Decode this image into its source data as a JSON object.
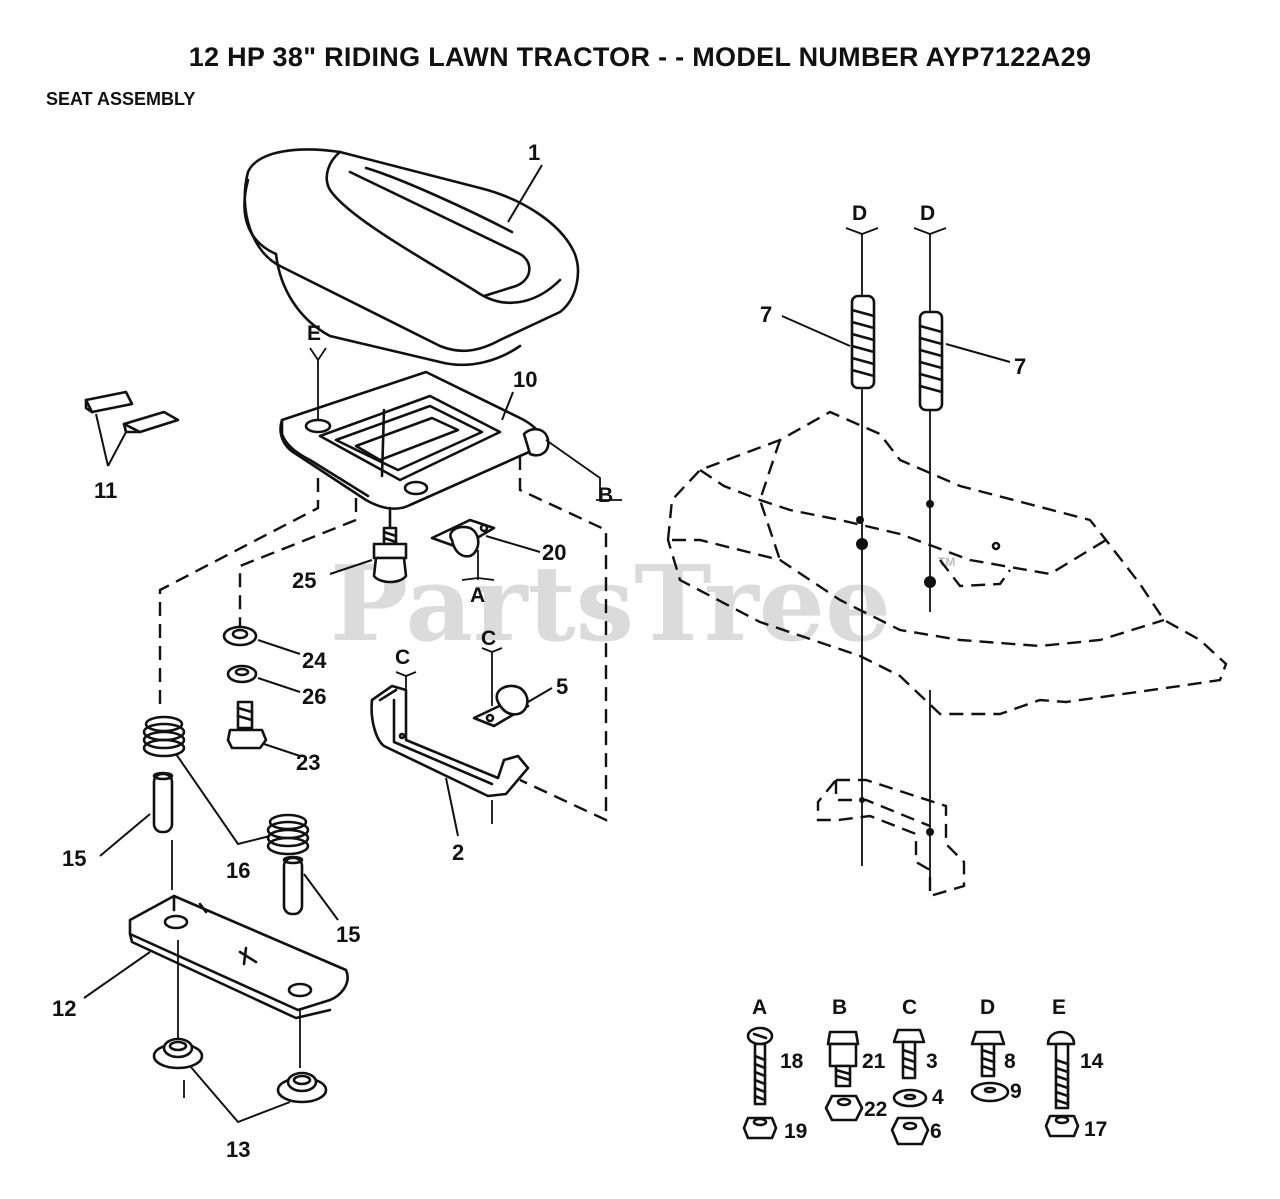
{
  "header": {
    "title": "12 HP 38\" RIDING LAWN TRACTOR - - MODEL NUMBER AYP7122A29",
    "subtitle": "SEAT ASSEMBLY"
  },
  "watermark": {
    "text": "PartsTree",
    "mark": "TM"
  },
  "callouts": {
    "p1": "1",
    "p2": "2",
    "p5": "5",
    "p7a": "7",
    "p7b": "7",
    "p10": "10",
    "p11": "11",
    "p12": "12",
    "p13": "13",
    "p15a": "15",
    "p15b": "15",
    "p16": "16",
    "p20": "20",
    "p23": "23",
    "p24": "24",
    "p25": "25",
    "p26": "26"
  },
  "refs": {
    "A": "A",
    "B": "B",
    "C1": "C",
    "C2": "C",
    "D1": "D",
    "D2": "D",
    "E": "E"
  },
  "hardware": [
    {
      "ref": "A",
      "parts": [
        "18",
        "19"
      ]
    },
    {
      "ref": "B",
      "parts": [
        "21",
        "22"
      ]
    },
    {
      "ref": "C",
      "parts": [
        "3",
        "4",
        "6"
      ]
    },
    {
      "ref": "D",
      "parts": [
        "8",
        "9"
      ]
    },
    {
      "ref": "E",
      "parts": [
        "14",
        "17"
      ]
    }
  ],
  "colors": {
    "ink": "#111111",
    "watermark": "#bdbdbd",
    "background": "#ffffff"
  }
}
